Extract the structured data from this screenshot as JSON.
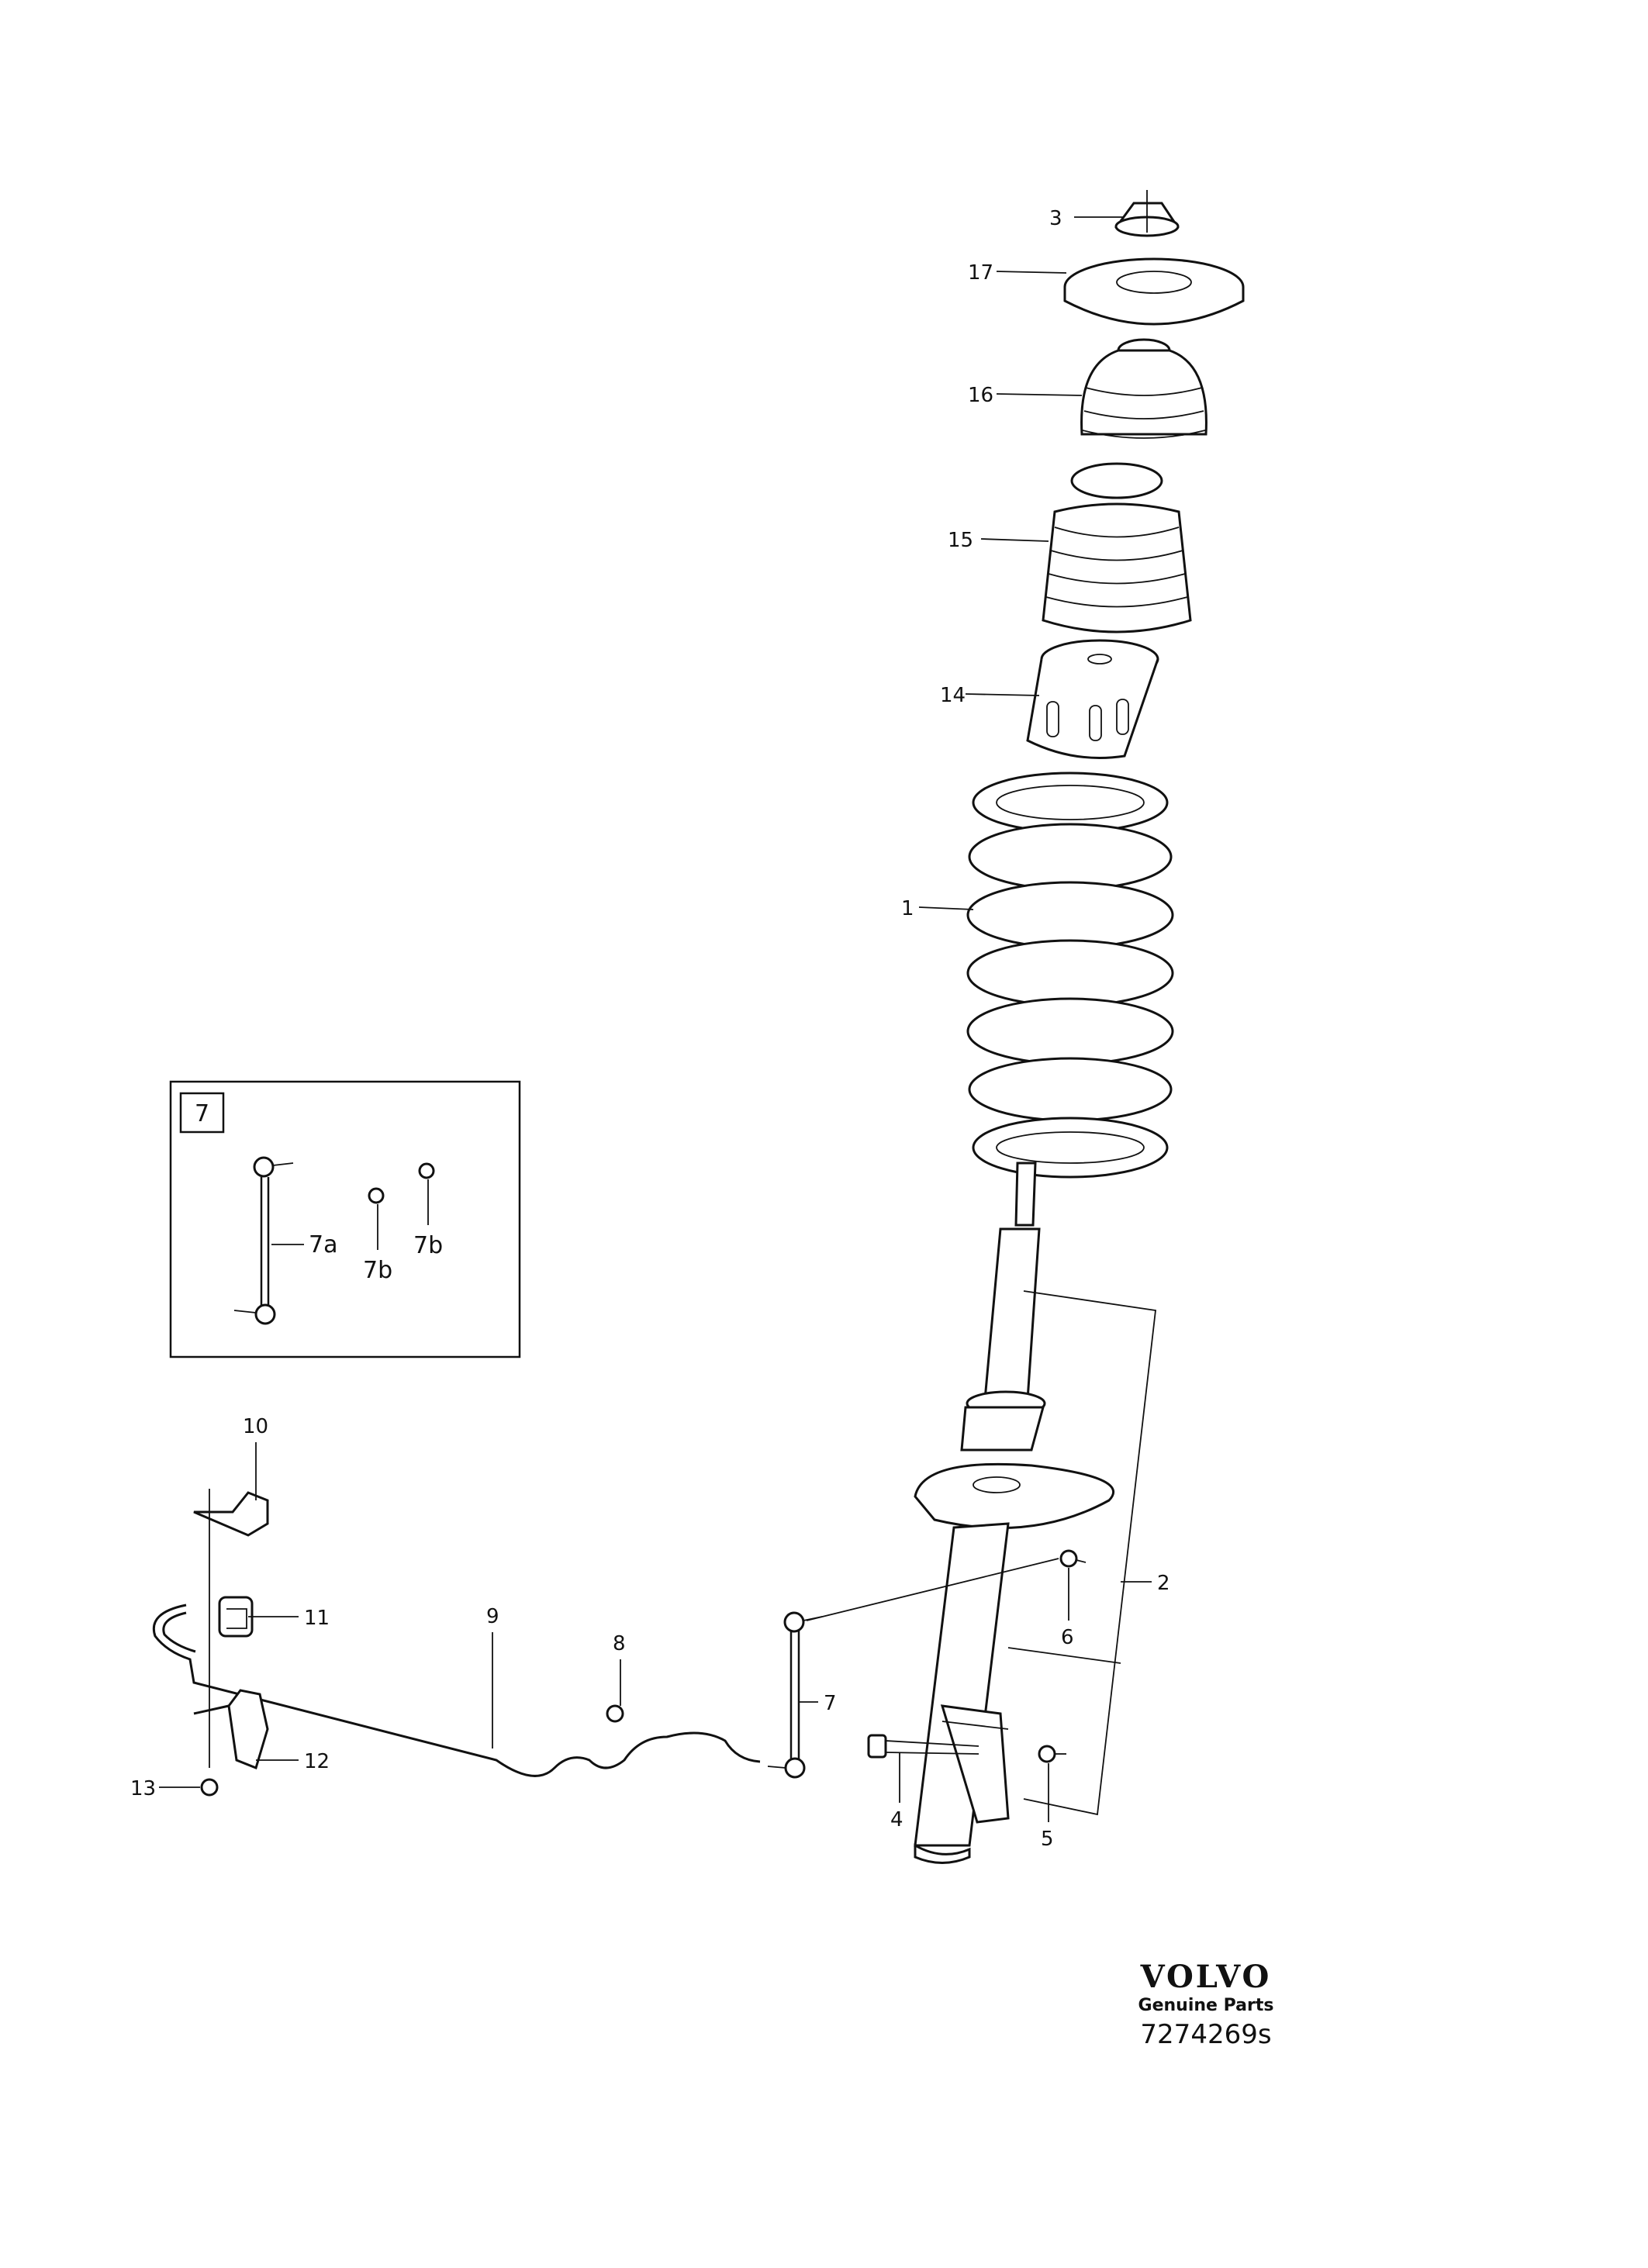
{
  "callouts": {
    "c3": "3",
    "c17": "17",
    "c16": "16",
    "c15": "15",
    "c14": "14",
    "c1": "1",
    "c2": "2",
    "c6": "6",
    "c7": "7",
    "c4": "4",
    "c5": "5",
    "c8": "8",
    "c9": "9",
    "c10": "10",
    "c11": "11",
    "c12": "12",
    "c13": "13"
  },
  "inset": {
    "box_label": "7",
    "c7a": "7a",
    "c7b_left": "7b",
    "c7b_right": "7b"
  },
  "brand": {
    "logo": "VOLVO",
    "subtitle": "Genuine Parts",
    "drawing_number": "7274269s"
  }
}
